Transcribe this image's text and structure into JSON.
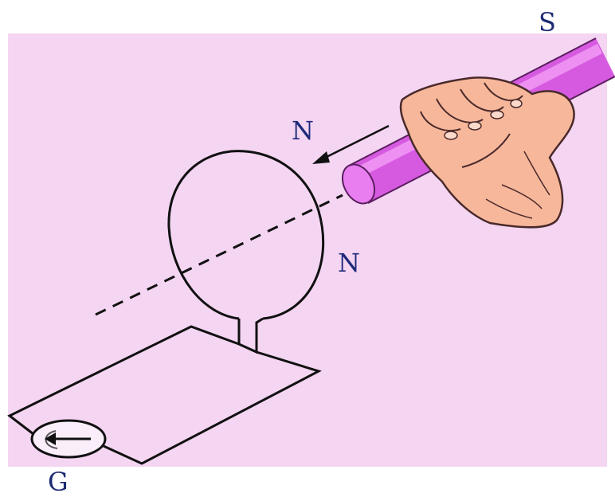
{
  "labels": {
    "magnet_far_pole": "S",
    "magnet_near_pole": "N",
    "coil_face_pole": "N",
    "galvanometer": "G"
  },
  "colors": {
    "background_panel": "#f4d5f2",
    "magnet": "#d65ae0",
    "magnet_highlight": "#f29af5",
    "magnet_end": "#e87ef0",
    "hand_skin": "#f7b79b",
    "hand_outline": "#4a2a2a",
    "wire": "#111111",
    "label_text": "#1f2a7a"
  },
  "icons": {
    "motion_arrow": "arrow-left-down",
    "galvanometer_needle": "arrow-left",
    "hand": "hand-holding-bar"
  }
}
